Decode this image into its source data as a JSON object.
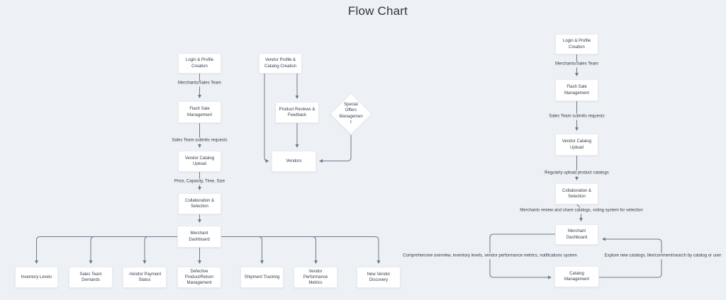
{
  "title": "Flow Chart",
  "colors": {
    "background": "#edf0f4",
    "node_fill": "#ffffff",
    "node_border": "#e7ebf0",
    "line": "#6e7a8a",
    "text": "#353d4b",
    "title_text": "#2e3644"
  },
  "left_flow": {
    "nodes": {
      "login": "Login & Profile Creation",
      "flash_sale": "Flash Sale Management",
      "vendor_catalog_upload": "Vendor Catalog Upload",
      "collaboration_selection": "Collaboration & Selection",
      "merchant_dashboard": "Merchant Dashboard",
      "inventory_levels": "Inventory Levels",
      "sales_team_demands": "Sales Team Demands",
      "vendor_payment_status": "-Vendor Payment Status",
      "defective_product_return": "Defective Product/Return Management",
      "shipment_tracking": "Shipment Tracking",
      "vendor_performance_metrics": "Vendor Performance Metrics",
      "new_vendor_discovery": "New Vendor Discovery"
    },
    "edge_labels": {
      "merchants_sales_team": "Merchants/Sales Team",
      "sales_team_submits_requests": "Sales Team submits requests",
      "price_capacity_time_size": "Price, Capacity, Time, Size"
    }
  },
  "middle_flow": {
    "nodes": {
      "vendor_profile_catalog_creation": "Vendor Profile & Catalog Creation",
      "product_reviews_feedback": "Product Reviews & Feedback",
      "special_offers_management": "Special Offers Managemen t",
      "vendors": "Vendors"
    }
  },
  "right_flow": {
    "nodes": {
      "login": "Login & Profile Creation",
      "flash_sale": "Flash Sale Management",
      "vendor_catalog_upload": "Vendor Catalog Upload",
      "collaboration_selection": "Collaboration & Selection",
      "merchant_dashboard": "Merchant Dashboard",
      "catalog_management": "Catalog Management"
    },
    "edge_labels": {
      "merchants_sales_team": "Merchants/Sales Team",
      "sales_team_submits_requests": "Sales Team submits requests",
      "regularly_upload_product_catalogs": "Regularly upload product catalogs",
      "merchants_review_share": "Merchants review and share catalogs, voting system for selection",
      "comprehensive_overview": "Comprehensive overview, inventory levels, vendor performance metrics, notifications system",
      "explore_new_catalogs": "Explore new catalogs, like/comment/search by catalog or user"
    }
  }
}
